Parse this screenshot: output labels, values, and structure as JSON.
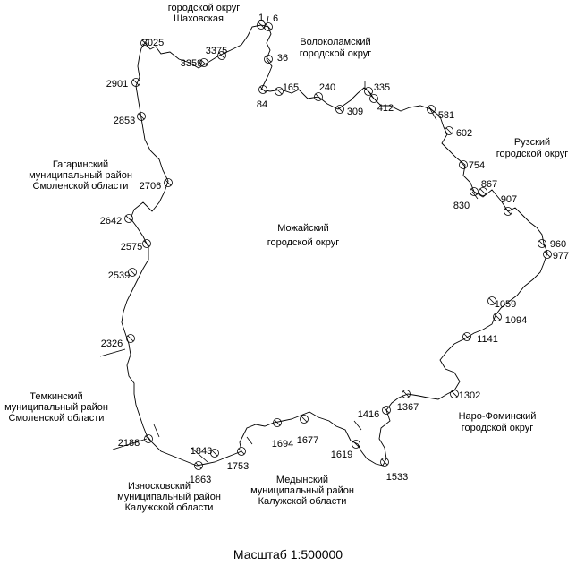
{
  "map": {
    "center_label": [
      "Можайский",
      "городской округ"
    ],
    "neighbors": [
      {
        "id": "shakhovskaya",
        "lines": [
          "городской округ",
          "Шаховская"
        ]
      },
      {
        "id": "volokolamsk",
        "lines": [
          "Волоколамский",
          "городской округ"
        ]
      },
      {
        "id": "ruza",
        "lines": [
          "Рузский",
          "городской округ"
        ]
      },
      {
        "id": "gagarin",
        "lines": [
          "Гагаринский",
          "муниципальный район",
          "Смоленской области"
        ]
      },
      {
        "id": "temkino",
        "lines": [
          "Темкинский",
          "муниципальный район",
          "Смоленской области"
        ]
      },
      {
        "id": "iznoskovo",
        "lines": [
          "Износковский",
          "муниципальный район",
          "Калужской области"
        ]
      },
      {
        "id": "medyn",
        "lines": [
          "Медынский",
          "муниципальный район",
          "Калужской области"
        ]
      },
      {
        "id": "naro_fominsk",
        "lines": [
          "Наро-Фоминский",
          "городской округ"
        ]
      }
    ],
    "boundary_points": [
      "1",
      "6",
      "36",
      "84",
      "165",
      "240",
      "309",
      "335",
      "412",
      "581",
      "602",
      "754",
      "830",
      "867",
      "907",
      "960",
      "977",
      "1059",
      "1094",
      "1141",
      "1302",
      "1367",
      "1416",
      "1533",
      "1619",
      "1677",
      "1694",
      "1753",
      "1843",
      "1863",
      "2188",
      "2326",
      "2539",
      "2575",
      "2642",
      "2706",
      "2853",
      "2901",
      "3025",
      "3359",
      "3375"
    ]
  },
  "scale_label": "Масштаб 1:500000"
}
